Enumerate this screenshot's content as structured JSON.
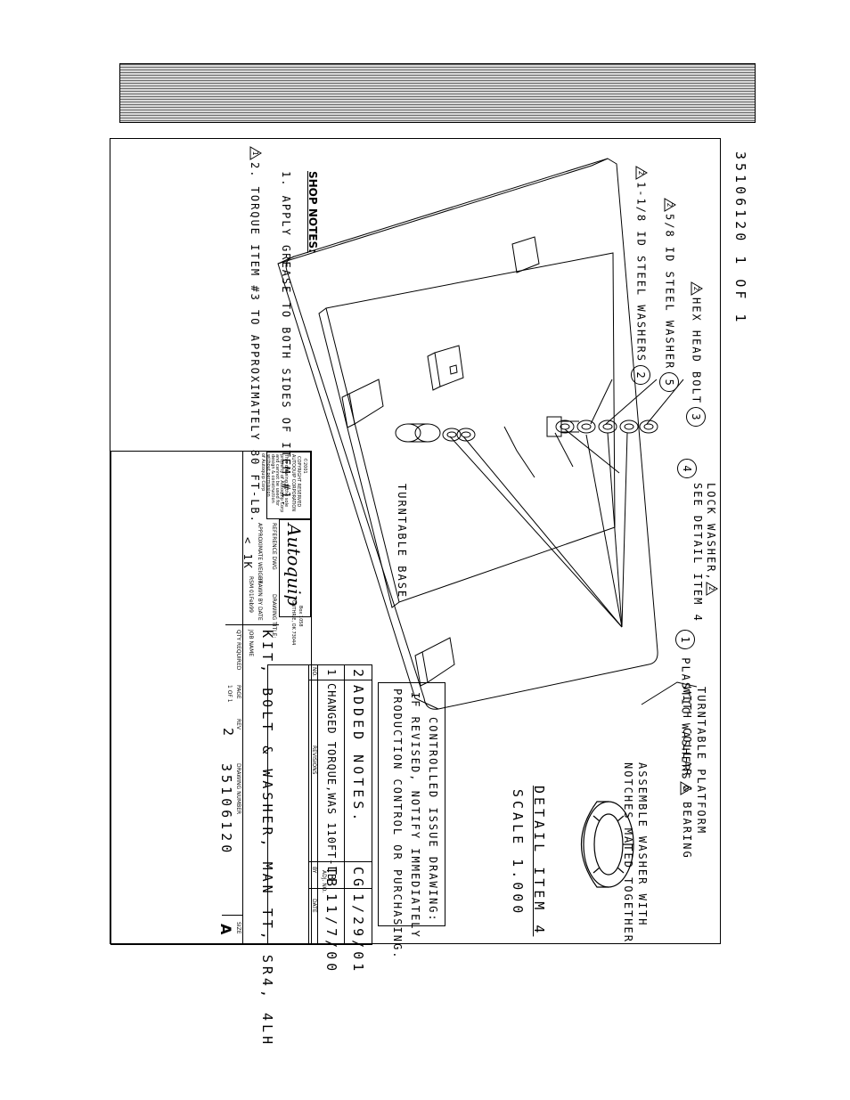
{
  "drawing": {
    "sheet_ref": "35106120    1 OF 1",
    "callouts": {
      "c3": {
        "flag": "2",
        "text": "HEX HEAD BOLT",
        "item": "3"
      },
      "c5": {
        "flag": "2",
        "text": "5/8 ID STEEL WASHER",
        "item": "5"
      },
      "c2": {
        "flag": "2",
        "text": "1-1/8 ID STEEL WASHERS",
        "item": "2"
      },
      "c4": {
        "line1": "LOCK WASHER,",
        "flag": "2",
        "line2": "SEE DETAIL ITEM 4",
        "item": "4"
      },
      "c1": {
        "item": "1",
        "text": "PLASTIC WASHERS",
        "flag": "2"
      },
      "base": "TURNTABLE BASE",
      "platform_line1": "TURNTABLE PLATFORM",
      "platform_line2": "WITH COLLAR & BEARING"
    },
    "detail": {
      "note_line1": "ASSEMBLE WASHER WITH",
      "note_line2": "NOTCHES MATED TOGETHER",
      "title": "DETAIL  ITEM 4",
      "scale": "SCALE  1.000"
    },
    "shop_notes": {
      "heading": "SHOP NOTES:",
      "note1": "1. APPLY GREASE TO BOTH SIDES OF ITEM #1.",
      "note2_flag": "1",
      "note2": "2. TORQUE ITEM #3 TO APPROXIMATELY 80 FT-LB."
    },
    "controlled": {
      "line1": "CONTROLLED ISSUE DRAWING:",
      "line2": "IF REVISED, NOTIFY IMMEDIATELY",
      "line3": "PRODUCTION CONTROL OR PURCHASING."
    },
    "revisions": {
      "rows": [
        {
          "no": "2",
          "desc": "ADDED NOTES.",
          "by": "CG",
          "date": "1/29/01"
        },
        {
          "no": "1",
          "desc": "CHANGED TORQUE,WAS 110FT-LB",
          "by": "TB",
          "date": "11/7/00"
        }
      ],
      "hdr_no": "NO.",
      "hdr_rev": "REVISIONS",
      "hdr_by": "BY",
      "hdr_date": "DATE",
      "hdr_adj": "ADJ. NO."
    },
    "title_block": {
      "copyright1": "©2001",
      "copyright2": "COPYRIGHT RESERVED",
      "copyright3": "AUTOQUIP CORPORATION",
      "prop1": "This drawing is the sole",
      "prop2": "property of Autoquip Corp",
      "prop3": "and cannot be used for",
      "prop4": "design & construction",
      "prop5": "without permission",
      "prop6": "of Autoquip Corp",
      "logo": "Autoquip",
      "addr1": "Box 1058",
      "addr2": "GUTHRIE, OK 73044",
      "ref_label": "REFERENCE DWG",
      "title_label": "DRAWING TITLE:",
      "title": "KIT, BOLT & WASHER, MAN TT, SR4, 4LH",
      "job_label": "JOB NAME",
      "weight_label": "APPROXIMATE WEIGHT",
      "weight": "< 1K",
      "drawn_label": "DRAWN BY   DATE",
      "drawn": "RSM  01Feb99",
      "qty_label": "QTY REQUIRED",
      "page_label": "PAGE",
      "page": "1 OF 1",
      "rev_label": "REV",
      "rev": "2",
      "dwgno_label": "DRAWING NUMBER",
      "dwgno": "35106120",
      "size_label": "SIZE",
      "size": "A"
    }
  }
}
